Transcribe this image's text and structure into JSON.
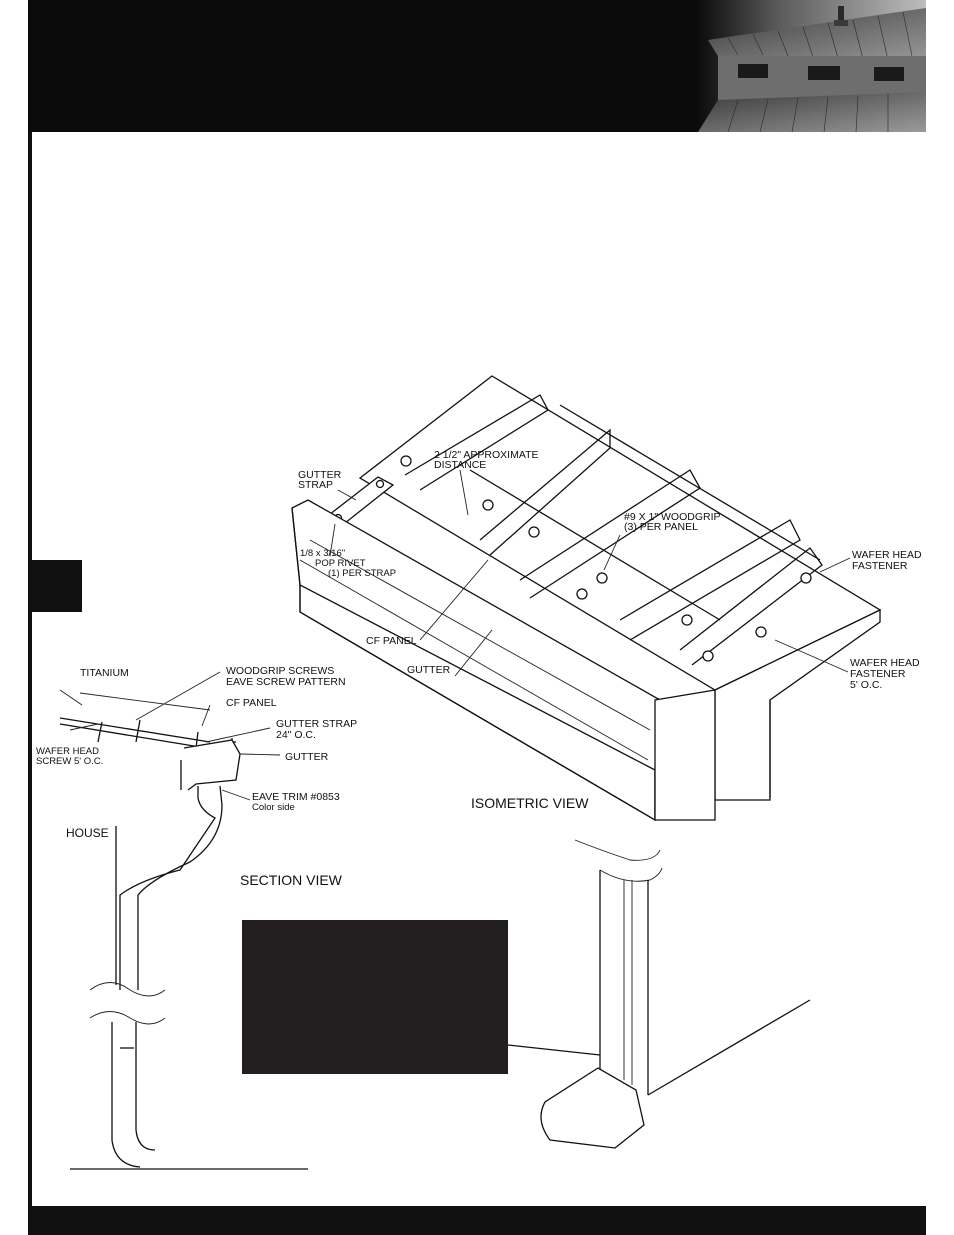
{
  "isometric_view": {
    "title": "ISOMETRIC VIEW",
    "labels": {
      "gutter_strap_1": "GUTTER",
      "gutter_strap_2": "STRAP",
      "distance_1": "2 1/2\" APPROXIMATE",
      "distance_2": "DISTANCE",
      "woodgrip_1": "#9 X 1\" WOODGRIP",
      "woodgrip_2": "(3) PER PANEL",
      "rivet_1": "1/8 x 3/16\"",
      "rivet_2": "POP RIVET",
      "rivet_3": "(1) PER STRAP",
      "wafer_a_1": "WAFER HEAD",
      "wafer_a_2": "FASTENER",
      "cf_panel": "CF PANEL",
      "gutter": "GUTTER",
      "wafer_b_1": "WAFER HEAD",
      "wafer_b_2": "FASTENER",
      "wafer_b_3": "5' O.C."
    }
  },
  "section_view": {
    "title": "SECTION VIEW",
    "labels": {
      "titanium": "TITANIUM",
      "woodgrip_1": "WOODGRIP SCREWS",
      "woodgrip_2": "EAVE SCREW PATTERN",
      "cf_panel": "CF PANEL",
      "strap_1": "GUTTER STRAP",
      "strap_2": "24\" O.C.",
      "wafer_1": "WAFER HEAD",
      "wafer_2": "SCREW 5' O.C.",
      "gutter": "GUTTER",
      "eave_1": "EAVE TRIM #0853",
      "eave_2": "Color side",
      "house": "HOUSE"
    }
  },
  "colors": {
    "header": "#0b0b0b",
    "note_box": "#231f20",
    "line": "#111111",
    "paper": "#ffffff"
  }
}
